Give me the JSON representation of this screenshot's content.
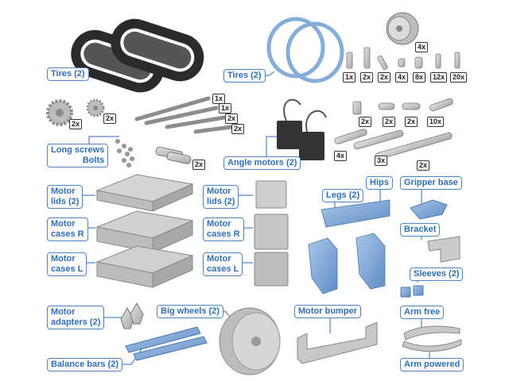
{
  "labels": {
    "tires_track": "Tires (2)",
    "tires_ring": "Tires (2)",
    "long_screws": "Long screws",
    "bolts": "Bolts",
    "angle_motors": "Angle motors (2)",
    "legs": "Legs (2)",
    "hips": "Hips",
    "gripper_base": "Gripper base",
    "motor_lids_l1": "Motor",
    "motor_lids_l2": "lids (2)",
    "motor_cases_r_l1": "Motor",
    "motor_cases_r_l2": "cases R",
    "motor_cases_l_l1": "Motor",
    "motor_cases_l_l2": "cases L",
    "bracket": "Bracket",
    "sleeves": "Sleeves (2)",
    "motor_adapters_l1": "Motor",
    "motor_adapters_l2": "adapters (2)",
    "big_wheels": "Big wheels (2)",
    "motor_bumper": "Motor bumper",
    "arm_free": "Arm free",
    "balance_bars": "Balance bars (2)",
    "arm_powered": "Arm powered"
  },
  "quantities": {
    "hub": "4x",
    "pin_1": "1x",
    "pin_2": "2x",
    "pin_3": "2x",
    "pin_4": "4x",
    "pin_5": "8x",
    "pin_6": "12x",
    "pin_7": "20x",
    "gears": "2x",
    "gear_small": "2x",
    "axle_1": "1x",
    "axle_2": "1x",
    "axle_3": "2x",
    "axle_4": "2x",
    "connectors": "2x",
    "beam_s1": "2x",
    "beam_s2": "2x",
    "beam_s3": "2x",
    "beam_s4": "10x",
    "beam_l1": "4x",
    "beam_l2": "3x",
    "beam_l3": "2x"
  },
  "colors": {
    "label_border": "#4d86c6",
    "label_text": "#2f6fb8",
    "part_grey": "#c9c9c9",
    "part_dark": "#2b2b2b",
    "part_blue": "#7fa7d6"
  }
}
